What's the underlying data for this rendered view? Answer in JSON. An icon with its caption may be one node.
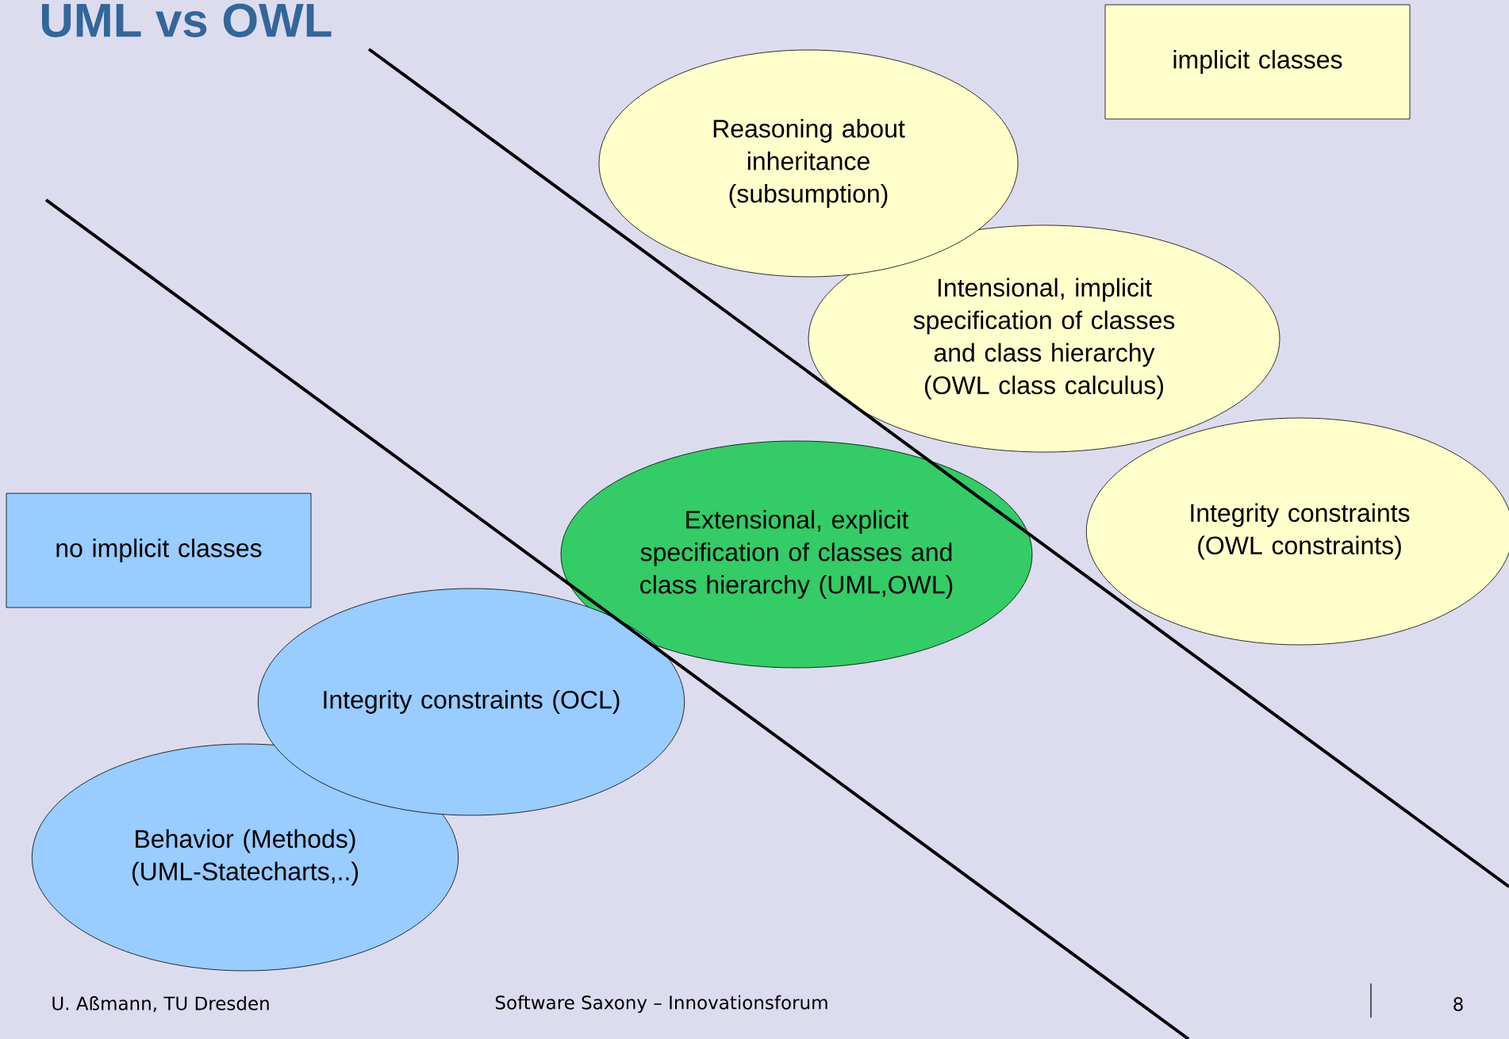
{
  "diagram": {
    "title": "UML vs OWL",
    "nodes": [
      {
        "text": [
          "implicit classes"
        ]
      },
      {
        "text": [
          "Reasoning about inheritance (subsumption)"
        ]
      },
      {
        "text": [
          "Intensional, implicit specification of classes and class hierarchy (OWL class calculus)"
        ]
      },
      {
        "text": [
          "Integrity constraints (OWL constraints)"
        ]
      },
      {
        "text": [
          "no implicit classes"
        ]
      },
      {
        "text": [
          "Extensional, explicit specification of classes and class hierarchy (UML,OWL)"
        ]
      },
      {
        "text": [
          "Integrity constraints (OCL)"
        ]
      },
      {
        "text": [
          "Behavior (Methods) (UML-Statecharts,..)"
        ]
      }
    ],
    "labels": [
      "U. Aßmann, TU Dresden",
      "Software Saxony – Innovationsforum",
      "8"
    ]
  }
}
